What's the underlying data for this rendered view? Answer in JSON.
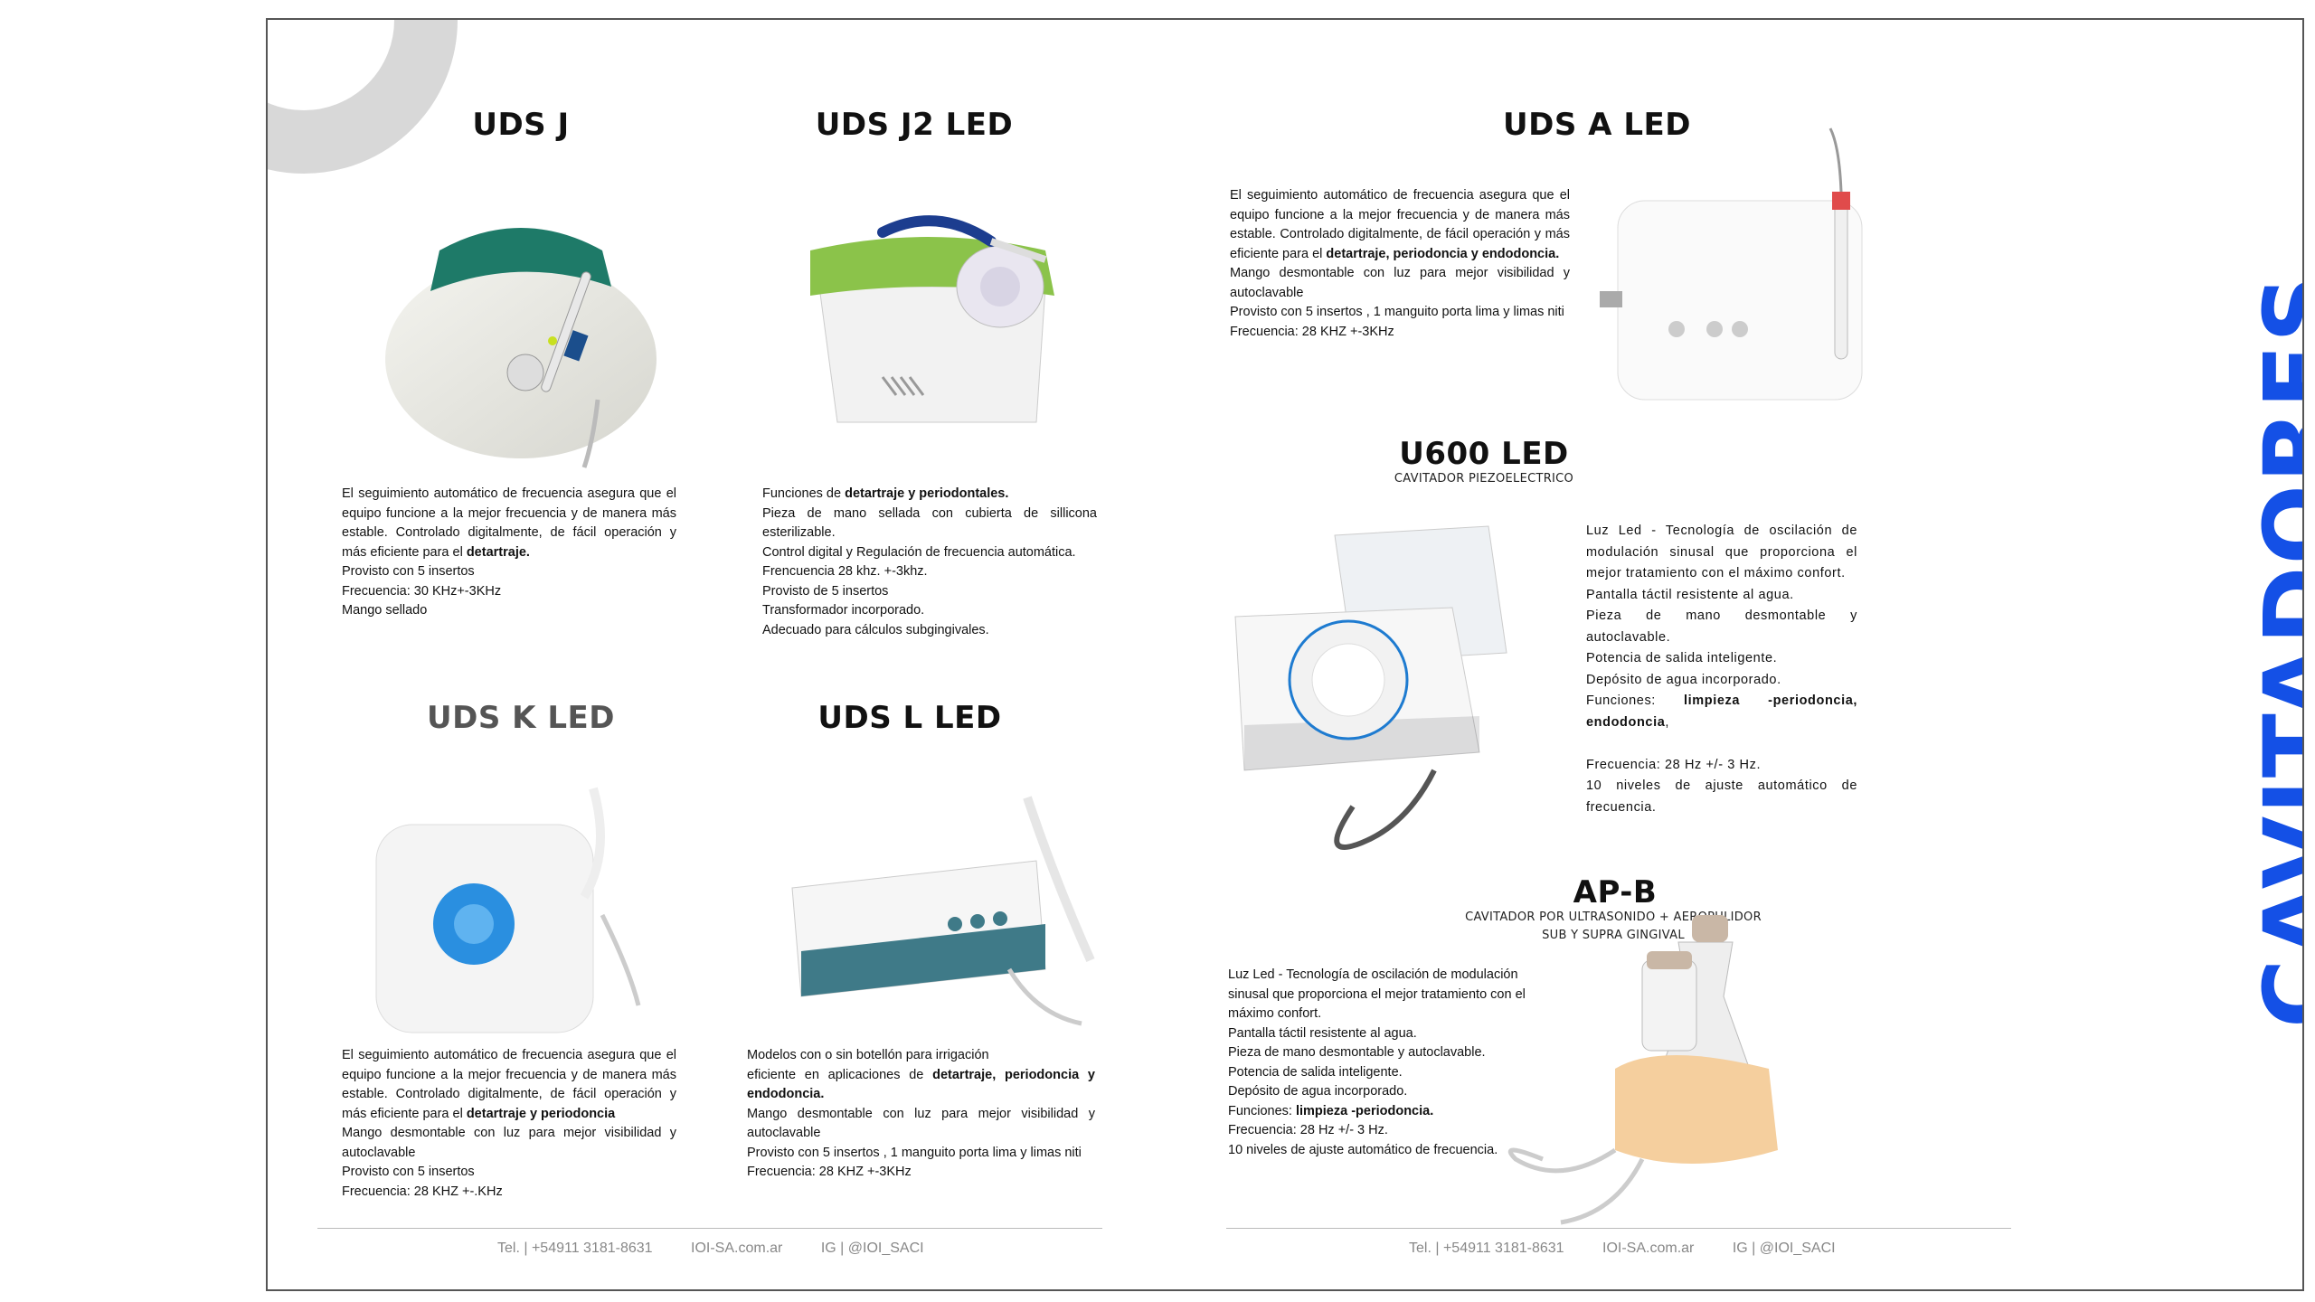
{
  "brand_color": "#1450e6",
  "section_title": "CAVITADORES",
  "footer_left": {
    "tel": "Tel. | +54911 3181-8631",
    "web": "IOI-SA.com.ar",
    "ig": "IG | @IOI_SACI"
  },
  "footer_right": {
    "tel": "Tel. | +54911 3181-8631",
    "web": "IOI-SA.com.ar",
    "ig": "IG | @IOI_SACI"
  },
  "products": {
    "uds_j": {
      "title": "UDS J",
      "lines": [
        "El seguimiento automático de frecuencia asegura que el equipo funcione a la mejor frecuencia y de manera más estable. Controlado digitalmente, de fácil operación y más eficiente para el ",
        "detartraje.",
        "Provisto con 5 insertos",
        "Frecuencia: 30 KHz+-3KHz",
        "Mango sellado"
      ]
    },
    "uds_j2": {
      "title": "UDS J2 LED",
      "lines": [
        "Funciones de ",
        "detartraje y periodontales.",
        "Pieza de mano sellada con cubierta de sillicona esterilizable.",
        "Control digital y Regulación de frecuencia automática.",
        "Frencuencia 28 khz. +-3khz.",
        "Provisto de 5 insertos",
        "Transformador incorporado.",
        "Adecuado para cálculos subgingivales."
      ]
    },
    "uds_k": {
      "title": "UDS K LED",
      "lines": [
        "El seguimiento automático de frecuencia asegura que el equipo funcione a la mejor frecuencia y de manera más estable. Controlado digitalmente, de fácil operación y más eficiente para el ",
        "detartraje y periodoncia",
        "Mango desmontable con luz para mejor visibilidad y autoclavable",
        "Provisto con 5 insertos",
        "Frecuencia: 28 KHZ +-.KHz"
      ]
    },
    "uds_l": {
      "title": "UDS L LED",
      "lines": [
        "Modelos con o sin botellón para irrigación",
        "eficiente en aplicaciones de ",
        "detartraje, periodoncia y endodoncia.",
        "Mango desmontable con luz para mejor visibilidad y autoclavable",
        "Provisto con 5 insertos , 1 manguito porta lima  y limas niti",
        "Frecuencia: 28 KHZ +-3KHz"
      ]
    },
    "uds_a": {
      "title": "UDS A LED",
      "lines": [
        "El seguimiento automático de frecuencia    asegura que el equipo funcione a la mejor frecuencia y de manera más estable. Controlado digitalmente, de fácil operación y más eficiente para el ",
        "detartraje, periodoncia y endodoncia.",
        "Mango desmontable con luz para mejor visibilidad y autoclavable",
        "Provisto con 5 insertos , 1 manguito porta lima  y limas niti",
        "Frecuencia: 28 KHZ +-3KHz"
      ]
    },
    "u600": {
      "title": "U600 LED",
      "subtitle": "CAVITADOR PIEZOELECTRICO",
      "lines": [
        "Luz Led - Tecnología de oscilación de modulación sinusal que proporciona el mejor tratamiento con el máximo confort.",
        "Pantalla táctil resistente al agua.",
        "Pieza de mano desmontable y autoclavable.",
        "Potencia de salida inteligente.",
        "Depósito de agua incorporado.",
        "Funciones: ",
        "limpieza -periodoncia, endodoncia",
        ",",
        "Frecuencia: 28 Hz +/- 3 Hz.",
        "10 niveles de ajuste automático de frecuencia."
      ]
    },
    "apb": {
      "title": "AP-B",
      "subtitle_1": "CAVITADOR POR ULTRASONIDO + AEROPULIDOR",
      "subtitle_2": "SUB Y SUPRA GINGIVAL",
      "lines": [
        "Luz Led - Tecnología de oscilación de modulación sinusal que proporciona el mejor tratamiento con el máximo confort.",
        "Pantalla táctil resistente al agua.",
        "Pieza de mano desmontable y autoclavable.",
        "Potencia de salida inteligente.",
        "Depósito de agua incorporado.",
        "Funciones: ",
        "limpieza -periodoncia.",
        "Frecuencia: 28 Hz +/- 3 Hz.",
        "10 niveles de ajuste automático de frecuencia."
      ]
    }
  }
}
